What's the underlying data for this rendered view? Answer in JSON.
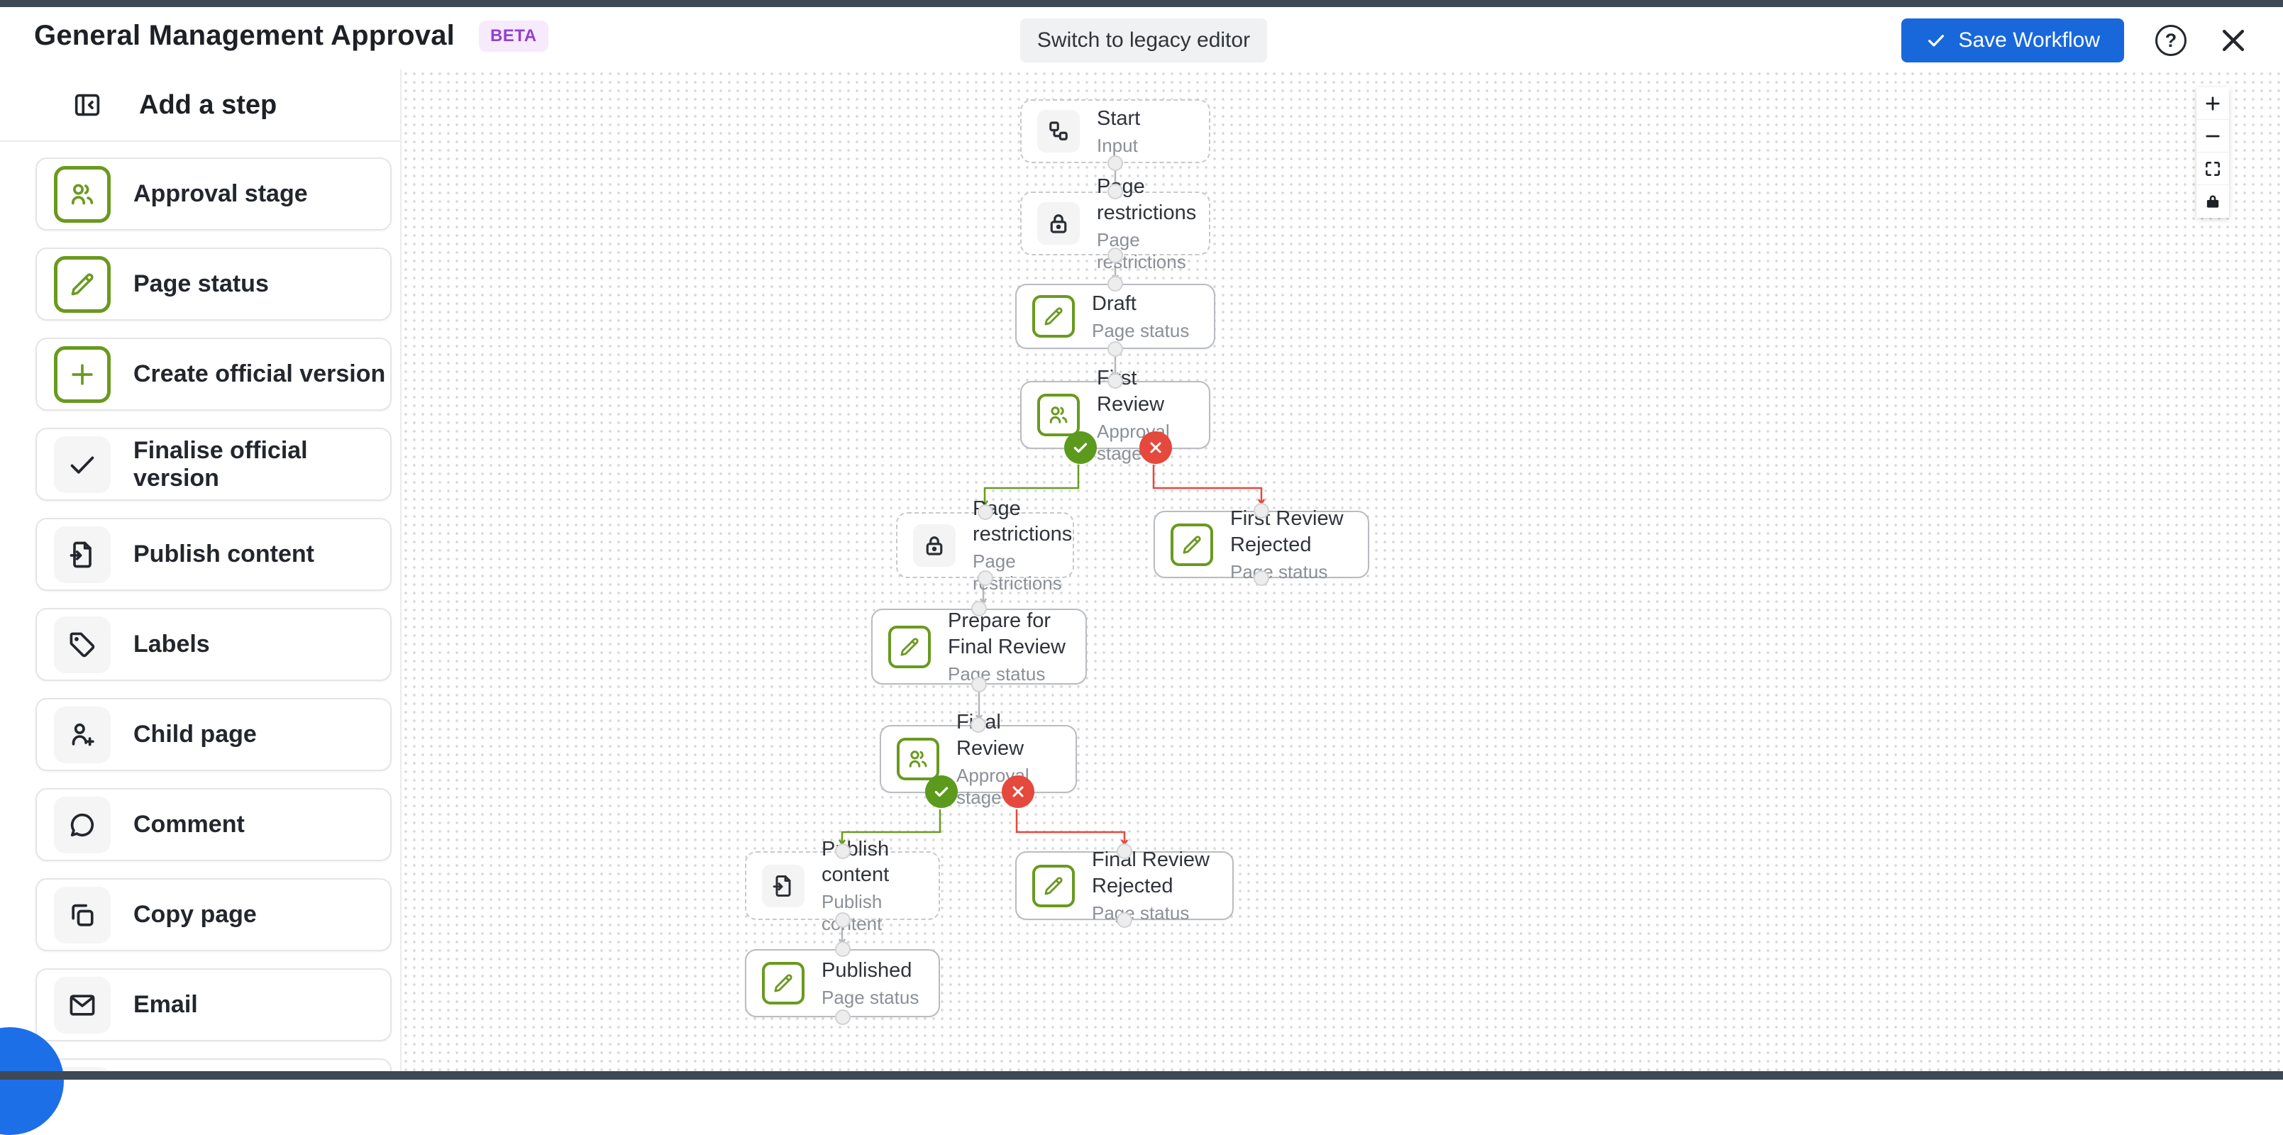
{
  "header": {
    "title": "General Management Approval",
    "beta_badge": "BETA",
    "switch_button": "Switch to legacy editor",
    "save_button": "Save Workflow",
    "help_icon": "?",
    "close_icon": "close"
  },
  "sidebar": {
    "title": "Add a step",
    "panel_icon": "collapse-panel-icon",
    "items": [
      {
        "label": "Approval stage",
        "icon": "people-icon",
        "style": "green"
      },
      {
        "label": "Page status",
        "icon": "pencil-icon",
        "style": "green"
      },
      {
        "label": "Create official version",
        "icon": "plus-icon",
        "style": "green"
      },
      {
        "label": "Finalise official version",
        "icon": "check-icon",
        "style": "gray"
      },
      {
        "label": "Publish content",
        "icon": "publish-doc-icon",
        "style": "gray"
      },
      {
        "label": "Labels",
        "icon": "tag-icon",
        "style": "gray"
      },
      {
        "label": "Child page",
        "icon": "person-add-icon",
        "style": "gray"
      },
      {
        "label": "Comment",
        "icon": "comment-icon",
        "style": "gray"
      },
      {
        "label": "Copy page",
        "icon": "copy-icon",
        "style": "gray"
      },
      {
        "label": "Email",
        "icon": "email-icon",
        "style": "gray"
      }
    ]
  },
  "canvas": {
    "nodes": [
      {
        "title": "Start",
        "subtitle": "Input",
        "icon": "flow-icon",
        "border": "dashed",
        "icon_style": "gray"
      },
      {
        "title": "Page restrictions",
        "subtitle": "Page restrictions",
        "icon": "lock-icon",
        "border": "dashed",
        "icon_style": "gray"
      },
      {
        "title": "Draft",
        "subtitle": "Page status",
        "icon": "pencil-icon",
        "border": "solid",
        "icon_style": "green"
      },
      {
        "title": "First Review",
        "subtitle": "Approval stage",
        "icon": "people-icon",
        "border": "solid",
        "icon_style": "green",
        "badges": [
          "approved",
          "rejected"
        ]
      },
      {
        "title": "Page restrictions",
        "subtitle": "Page restrictions",
        "icon": "lock-icon",
        "border": "dashed",
        "icon_style": "gray"
      },
      {
        "title": "First Review Rejected",
        "subtitle": "Page status",
        "icon": "pencil-icon",
        "border": "solid",
        "icon_style": "green"
      },
      {
        "title": "Prepare for Final Review",
        "subtitle": "Page status",
        "icon": "pencil-icon",
        "border": "solid",
        "icon_style": "green"
      },
      {
        "title": "Final Review",
        "subtitle": "Approval stage",
        "icon": "people-icon",
        "border": "solid",
        "icon_style": "green",
        "badges": [
          "approved",
          "rejected"
        ]
      },
      {
        "title": "Publish content",
        "subtitle": "Publish content",
        "icon": "publish-doc-icon",
        "border": "dashed",
        "icon_style": "gray"
      },
      {
        "title": "Final Review Rejected",
        "subtitle": "Page status",
        "icon": "pencil-icon",
        "border": "solid",
        "icon_style": "green"
      },
      {
        "title": "Published",
        "subtitle": "Page status",
        "icon": "pencil-icon",
        "border": "solid",
        "icon_style": "green"
      }
    ],
    "controls": [
      "zoom-in",
      "zoom-out",
      "fit-view",
      "lock"
    ]
  },
  "colors": {
    "accent_blue": "#1868DB",
    "success_green": "#6A9A23",
    "danger_red": "#E5483C",
    "beta_purple": "#9340CE",
    "frame_slate": "#3E4956"
  }
}
